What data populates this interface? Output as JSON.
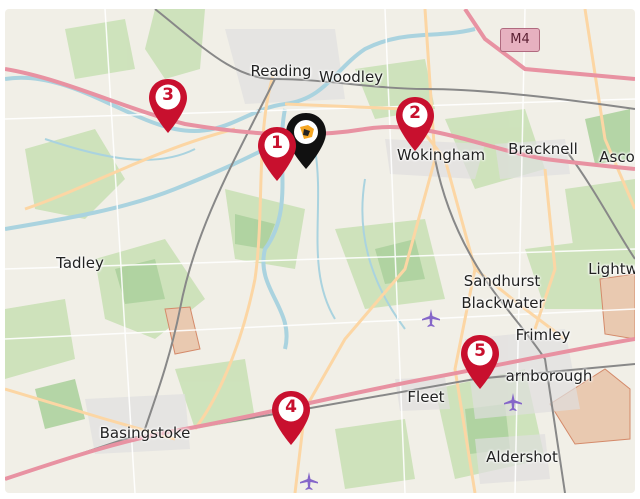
{
  "map": {
    "places": [
      {
        "name": "Reading",
        "key": "reading"
      },
      {
        "name": "Woodley",
        "key": "woodley"
      },
      {
        "name": "Wokingham",
        "key": "wokingham"
      },
      {
        "name": "Bracknell",
        "key": "bracknell"
      },
      {
        "name": "Asco",
        "key": "ascot"
      },
      {
        "name": "Tadley",
        "key": "tadley"
      },
      {
        "name": "Sandhurst",
        "key": "sandhurst"
      },
      {
        "name": "Lightw",
        "key": "lightwater"
      },
      {
        "name": "Blackwater",
        "key": "blackwater"
      },
      {
        "name": "Frimley",
        "key": "frimley"
      },
      {
        "name": "arnborough",
        "key": "farnborough"
      },
      {
        "name": "Fleet",
        "key": "fleet"
      },
      {
        "name": "Basingstoke",
        "key": "basingstoke"
      },
      {
        "name": "Aldershot",
        "key": "aldershot"
      }
    ],
    "road_shield": "M4",
    "markers": [
      {
        "label": "1",
        "color": "#c8102e"
      },
      {
        "label": "2",
        "color": "#c8102e"
      },
      {
        "label": "3",
        "color": "#c8102e"
      },
      {
        "label": "4",
        "color": "#c8102e"
      },
      {
        "label": "5",
        "color": "#c8102e"
      }
    ],
    "home_marker": {
      "icon": "brand-logo-icon",
      "colors": [
        "#000000",
        "#f5a623"
      ]
    },
    "airports": [
      "airport-icon",
      "airport-icon",
      "airport-icon",
      "airport-icon"
    ],
    "colors": {
      "background": "#f1efe7",
      "woodland": "#add19e",
      "water": "#aad3df",
      "motorway": "#e892a2",
      "primary_road": "#fcd6a4",
      "railway": "#777777"
    }
  }
}
